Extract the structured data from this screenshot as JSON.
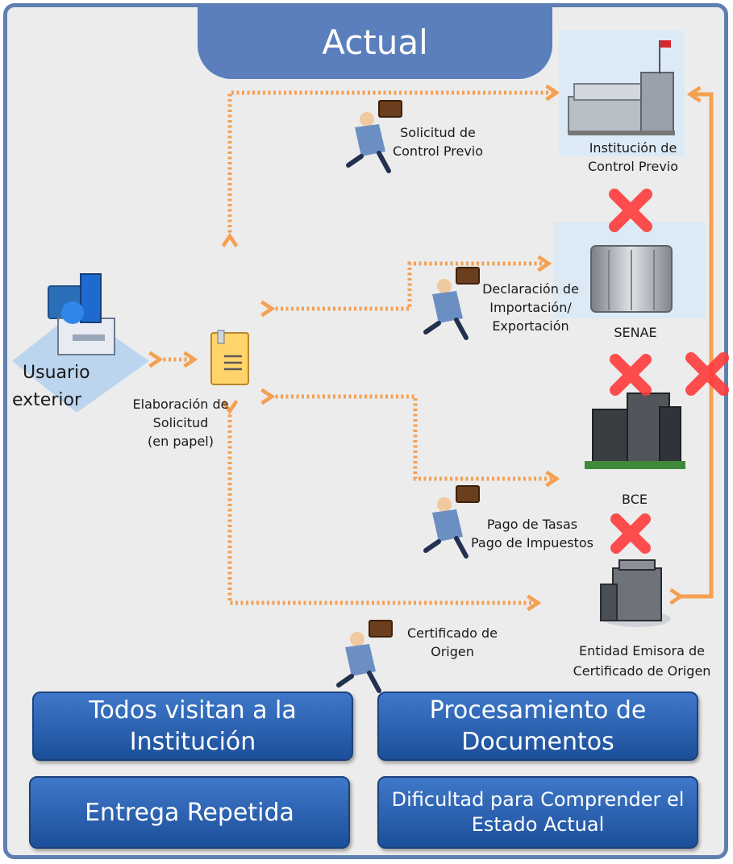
{
  "title": "Actual",
  "user": {
    "line1": "Usuario",
    "line2": "exterior"
  },
  "solicitud": {
    "line1": "Elaboración de",
    "line2": "Solicitud",
    "line3": "(en papel)"
  },
  "messengers": {
    "control_previo": {
      "line1": "Solicitud de",
      "line2": "Control Previo"
    },
    "declaracion": {
      "line1": "Declaración de",
      "line2": "Importación/",
      "line3": "Exportación"
    },
    "pagos": {
      "line1": "Pago de Tasas",
      "line2": "Pago de Impuestos"
    },
    "certificado": {
      "line1": "Certificado de",
      "line2": "Origen"
    }
  },
  "institutions": {
    "control_previo": {
      "line1": "Institución de",
      "line2": "Control Previo"
    },
    "senae": {
      "line1": "SENAE"
    },
    "bce": {
      "line1": "BCE"
    },
    "entidad": {
      "line1": "Entidad Emisora de",
      "line2": "Certificado de Origen"
    }
  },
  "problems": [
    {
      "line1": "Todos visitan a la",
      "line2": "Institución"
    },
    {
      "line1": "Procesamiento de",
      "line2": "Documentos"
    },
    {
      "line1": "Entrega Repetida"
    },
    {
      "line1": "Dificultad para Comprender el",
      "line2": "Estado Actual"
    }
  ],
  "colors": {
    "frame": "#5f7fb0",
    "title_tab": "#5b7fbd",
    "arrow": "#f5a052",
    "blocked": "#ff3b3b",
    "button": "#2a62b4"
  }
}
